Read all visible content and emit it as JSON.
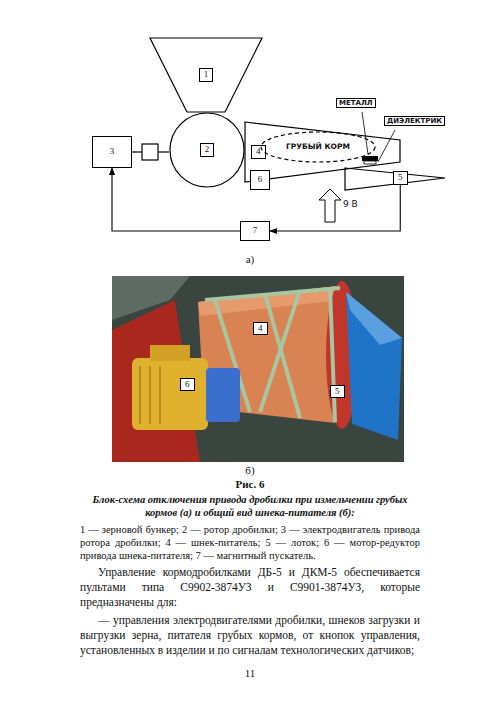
{
  "diagram": {
    "caption": "Блок-схема отключения привода дробилки при измельчении грубых кормов (а) и общий вид шнека-питателя (б):",
    "nodes": [
      {
        "text": [
          "1"
        ]
      },
      {
        "text": [
          "2"
        ]
      },
      {
        "text": [
          "3"
        ]
      },
      {
        "text": [
          "4"
        ]
      },
      {
        "text": [
          "ГРУБЫЙ КОРМ"
        ]
      },
      {
        "text": [
          "5"
        ]
      },
      {
        "text": [
          "6"
        ]
      },
      {
        "text": [
          "7"
        ]
      }
    ],
    "edges": [
      {
        "from": 7,
        "to": 2,
        "arrow": "to"
      },
      {
        "from": 5,
        "to": 7,
        "arrow": "to"
      }
    ],
    "labels": [
      "МЕТАЛЛ",
      "ДИЭЛЕКТРИК",
      "9 В",
      "а)",
      "4",
      "5",
      "6",
      "б)",
      "Рис. 6",
      "1 — зерновой бункер; 2 — ротор дробилки; 3 — электродвигатель привода ротора дробилки; 4 — шнек-питатель; 5 — лоток; 6 — мотор-редуктор привода шнека-питателя; 7 — магнитный пускатель.",
      "Управление кормодробилками ДБ-5 и ДКМ-5 обеспечивается пультами типа С9902-3874УЗ и С9901-3874УЗ, которые предназначены для:",
      "— управления электродвигателями дробилки, шнеков загрузки и выгрузки зерна, питателя грубых кормов, от кнопок управления, установленных в изделии и по сигналам технологических датчиков;",
      "11"
    ]
  }
}
